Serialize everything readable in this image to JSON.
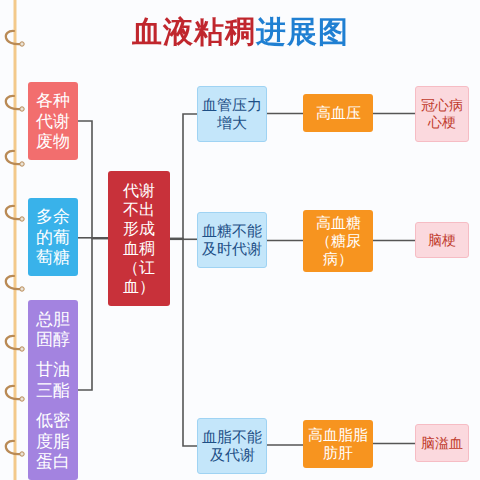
{
  "diagram": {
    "title": "血液粘稠进展图",
    "nodes": [
      {
        "text": [
          "各种代谢废物"
        ]
      },
      {
        "text": [
          "多余的葡萄糖"
        ]
      },
      {
        "text": [
          "总胆固醇",
          "甘油三酯",
          "低密度脂蛋白"
        ]
      },
      {
        "text": [
          "代谢不出形成血稠（讧血）"
        ]
      },
      {
        "text": [
          "血管压力增大"
        ]
      },
      {
        "text": [
          "高血压"
        ]
      },
      {
        "text": [
          "冠心病心梗"
        ]
      },
      {
        "text": [
          "血糖不能及时代谢"
        ]
      },
      {
        "text": [
          "高血糖（糖尿病）"
        ]
      },
      {
        "text": [
          "脑梗"
        ]
      },
      {
        "text": [
          "血脂不能及代谢"
        ]
      },
      {
        "text": [
          "高血脂脂肪肝"
        ]
      },
      {
        "text": [
          "脑溢血"
        ]
      }
    ],
    "edges": [
      {
        "from": 0,
        "to": 3,
        "arrow": "none"
      },
      {
        "from": 1,
        "to": 3,
        "arrow": "none"
      },
      {
        "from": 2,
        "to": 3,
        "arrow": "none"
      },
      {
        "from": 3,
        "to": 4,
        "arrow": "none"
      },
      {
        "from": 3,
        "to": 7,
        "arrow": "none"
      },
      {
        "from": 3,
        "to": 10,
        "arrow": "none"
      },
      {
        "from": 4,
        "to": 5,
        "arrow": "none"
      },
      {
        "from": 5,
        "to": 6,
        "arrow": "none"
      },
      {
        "from": 7,
        "to": 8,
        "arrow": "none"
      },
      {
        "from": 8,
        "to": 9,
        "arrow": "none"
      },
      {
        "from": 10,
        "to": 11,
        "arrow": "none"
      },
      {
        "from": 11,
        "to": 12,
        "arrow": "none"
      }
    ]
  }
}
